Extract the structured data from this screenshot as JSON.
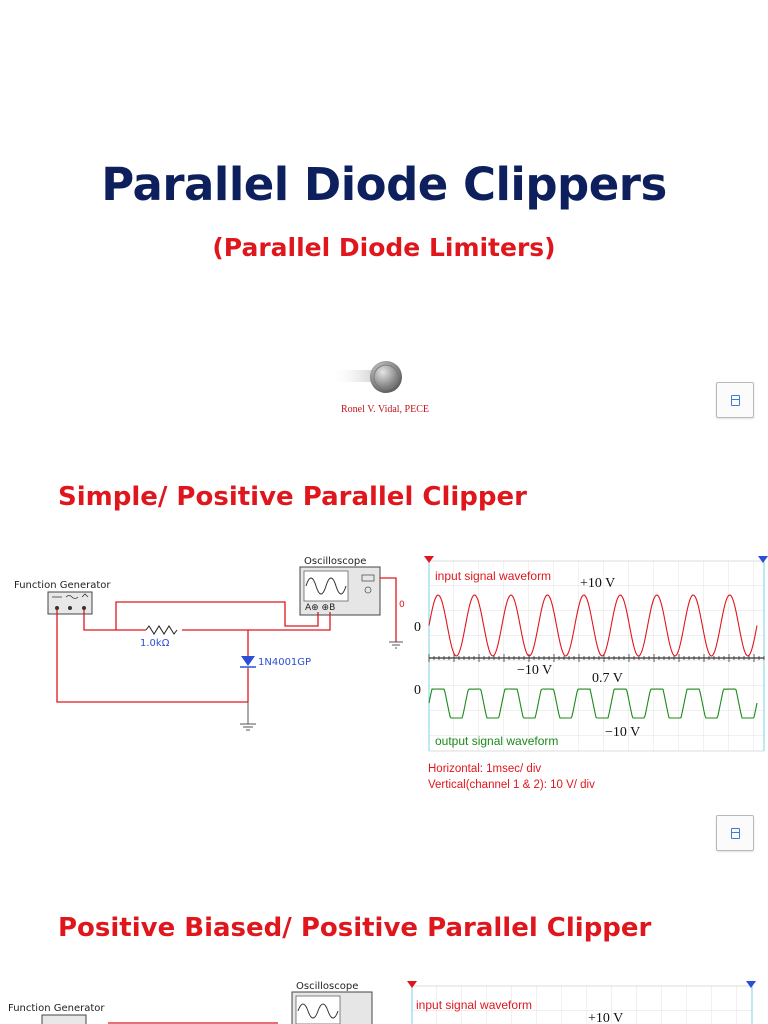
{
  "slide1": {
    "title": "Parallel Diode Clippers",
    "subtitle": "(Parallel Diode Limiters)",
    "author": "Ronel V. Vidal, PECE"
  },
  "slide2": {
    "heading": "Simple/ Positive Parallel Clipper",
    "circuit": {
      "function_generator": "Function Generator",
      "oscilloscope": "Oscilloscope",
      "resistor": "1.0kΩ",
      "diode": "1N4001GP",
      "scope_terminals": "A⊕ ⊕B",
      "zero": "0"
    },
    "waveform": {
      "input_label": "input signal waveform",
      "output_label": "output signal waveform",
      "plus10": "+10 V",
      "minus10_in": "−10 V",
      "clip_level": "0.7 V",
      "minus10_out": "−10 V",
      "zero_in": "0",
      "zero_out": "0",
      "input_color": "#e0161d",
      "output_color": "#1a8a1a"
    },
    "notes": {
      "horizontal": "Horizontal: 1msec/ div",
      "vertical": "Vertical(channel 1 & 2): 10 V/ div"
    }
  },
  "slide3": {
    "heading": "Positive Biased/ Positive Parallel Clipper",
    "circuit": {
      "function_generator": "Function Generator",
      "oscilloscope": "Oscilloscope"
    },
    "waveform": {
      "input_label": "input signal waveform",
      "plus10": "+10 V"
    }
  },
  "colors": {
    "title_navy": "#0d1f5c",
    "accent_red": "#e0161d",
    "wire_red": "#e0161d",
    "diode_blue": "#2b4fd8"
  },
  "icons": [
    "navigation-button-icon",
    "coin-logo-icon",
    "trigger-marker-icon"
  ]
}
